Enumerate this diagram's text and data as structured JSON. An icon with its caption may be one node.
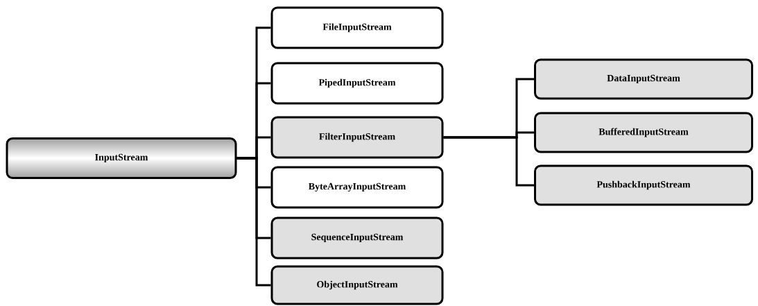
{
  "diagram": {
    "nodes": [
      {
        "text": [
          "InputStream"
        ]
      },
      {
        "text": [
          "FileInputStream"
        ]
      },
      {
        "text": [
          "PipedInputStream"
        ]
      },
      {
        "text": [
          "FilterInputStream"
        ]
      },
      {
        "text": [
          "ByteArrayInputStream"
        ]
      },
      {
        "text": [
          "SequenceInputStream"
        ]
      },
      {
        "text": [
          "ObjectInputStream"
        ]
      },
      {
        "text": [
          "DataInputStream"
        ]
      },
      {
        "text": [
          "BufferedInputStream"
        ]
      },
      {
        "text": [
          "PushbackInputStream"
        ]
      }
    ],
    "edges": [
      {
        "from": 0,
        "to": 1,
        "arrow": "none"
      },
      {
        "from": 0,
        "to": 2,
        "arrow": "none"
      },
      {
        "from": 0,
        "to": 3,
        "arrow": "none"
      },
      {
        "from": 0,
        "to": 4,
        "arrow": "none"
      },
      {
        "from": 0,
        "to": 5,
        "arrow": "none"
      },
      {
        "from": 0,
        "to": 6,
        "arrow": "none"
      },
      {
        "from": 3,
        "to": 7,
        "arrow": "none"
      },
      {
        "from": 3,
        "to": 8,
        "arrow": "none"
      },
      {
        "from": 3,
        "to": 9,
        "arrow": "none"
      }
    ]
  }
}
